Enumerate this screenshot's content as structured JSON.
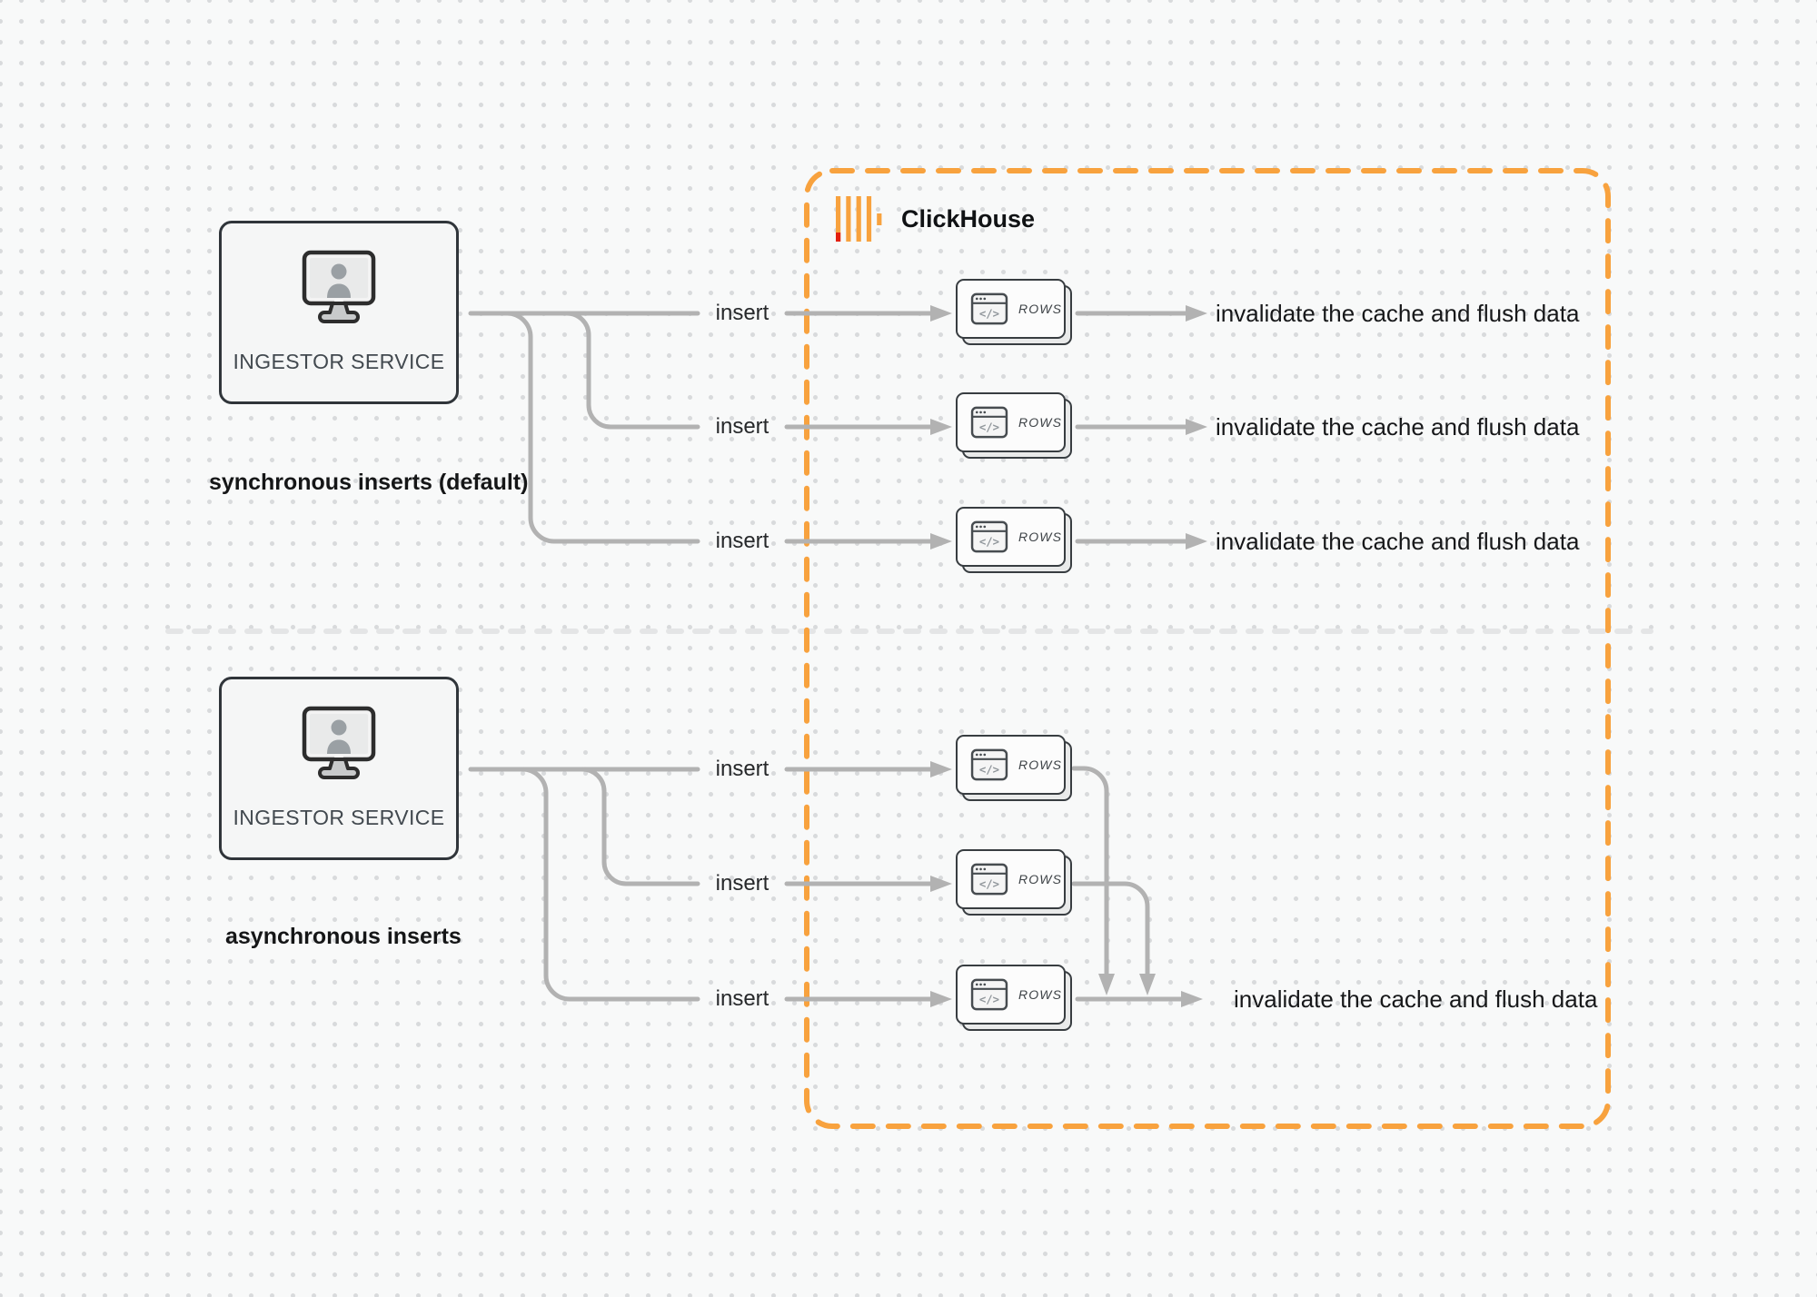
{
  "labels": {
    "ingestor": "INGESTOR SERVICE",
    "sync_caption": "synchronous inserts (default)",
    "async_caption": "asynchronous inserts",
    "insert": "insert",
    "invalidate": "invalidate the cache and flush data",
    "rows": "ROWS",
    "clickhouse": "ClickHouse",
    "code_glyph": "</>"
  },
  "colors": {
    "accent_orange": "#F8A23E",
    "logo_red": "#E3200F",
    "connector_gray": "#B2B2B2",
    "divider_gray": "#E4E5E6"
  }
}
